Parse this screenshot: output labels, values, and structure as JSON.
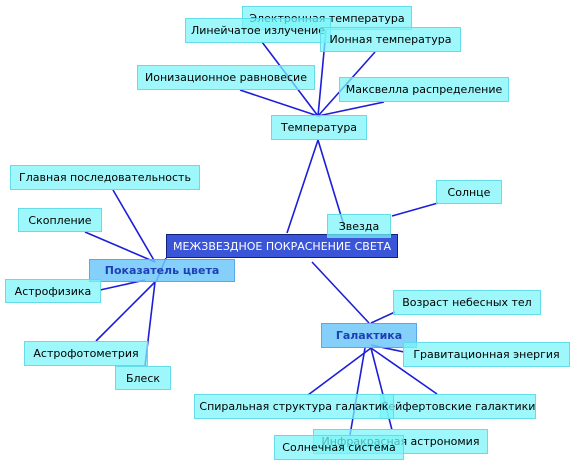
{
  "center": "МЕЖЗВЕЗДНОЕ ПОКРАСНЕНИЕ СВЕТА",
  "hubs": {
    "color_index": "Показатель цвета",
    "temperature": "Температура",
    "galaxy": "Галактика",
    "star": "Звезда"
  },
  "temperature_children": [
    "Электронная температура",
    "Линейчатое излучение",
    "Ионная температура",
    "Ионизационное равновесие",
    "Максвелла распределение"
  ],
  "star_children": [
    "Солнце"
  ],
  "color_index_children": [
    "Главная последовательность",
    "Скопление",
    "Астрофизика",
    "Астрофотометрия",
    "Блеск"
  ],
  "galaxy_children": [
    "Возраст небесных тел",
    "Гравитационная энергия",
    "Сейфертовские галактики",
    "Спиральная структура галактик",
    "Инфракрасная астрономия",
    "Солнечная система"
  ]
}
